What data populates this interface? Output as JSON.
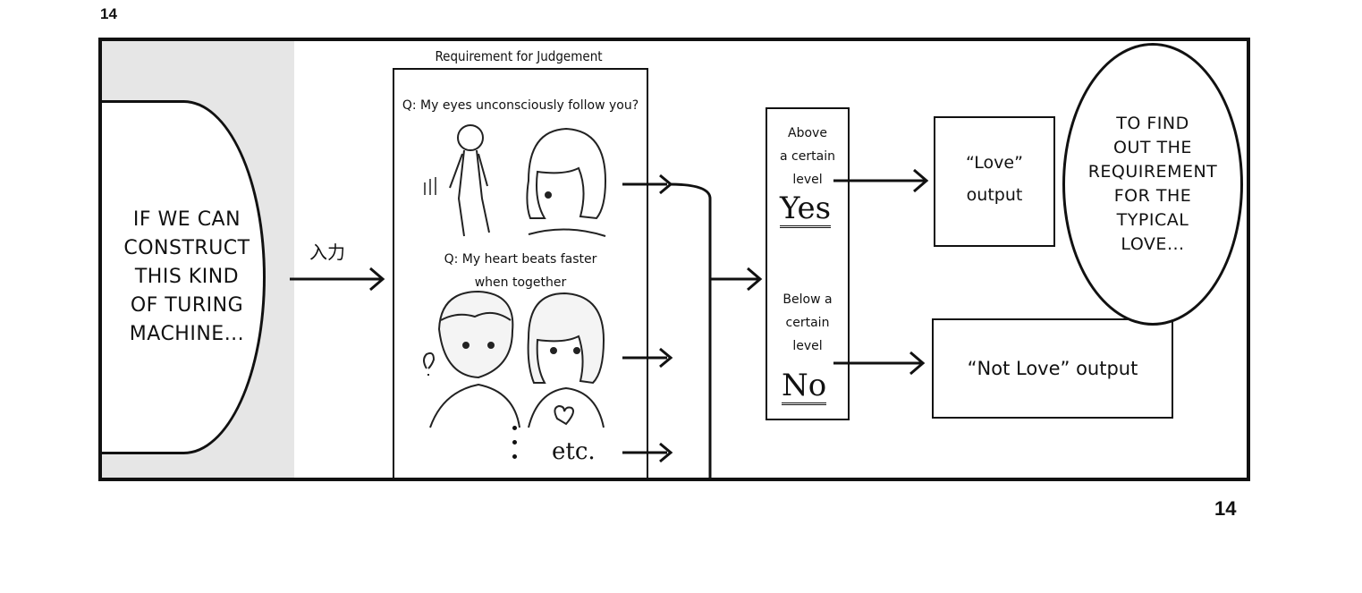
{
  "page_number": "14",
  "page_number_bottom": "14",
  "left_bubble": "IF WE CAN\nCONSTRUCT\nTHIS KIND\nOF TURING\nMACHINE...",
  "input_label": "入力",
  "requirement": {
    "title": "Requirement for Judgement",
    "q1": "Q: My eyes unconsciously follow you?",
    "q2_line1": "Q: My heart beats faster",
    "q2_line2": "when together",
    "etc": "etc."
  },
  "judgement": {
    "above_label": "Above\na certain\nlevel",
    "yes": "Yes",
    "below_label": "Below a\ncertain\nlevel",
    "no": "No"
  },
  "outputs": {
    "love": "“Love”\noutput",
    "not_love": "“Not Love” output"
  },
  "right_bubble": "TO FIND\nOUT THE\nREQUIREMENT\nFOR THE\nTYPICAL\nLOVE..."
}
